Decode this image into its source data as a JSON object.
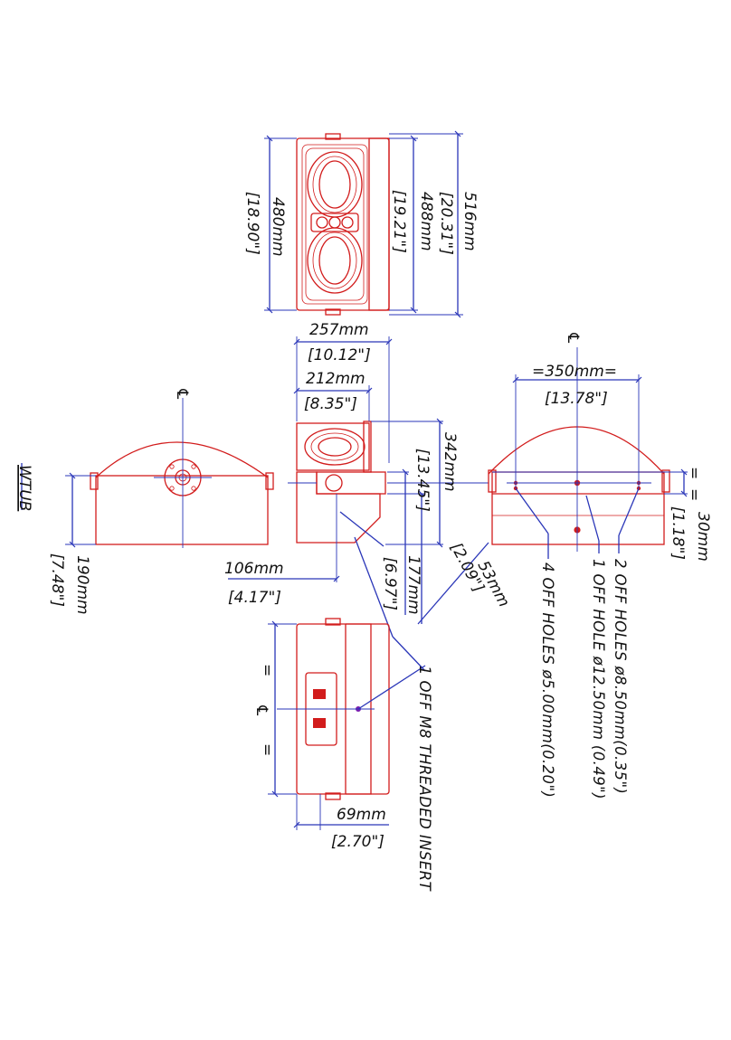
{
  "colors": {
    "outline": "#d21c1c",
    "dimension": "#2a36b8",
    "text": "#111111"
  },
  "title": "WTUB",
  "dimensions": {
    "w516_mm": "516mm",
    "w516_in": "[20.31\"]",
    "w488_mm": "488mm",
    "w488_in": "[19.21\"]",
    "w480_mm": "480mm",
    "w480_in": "[18.90\"]",
    "d257_mm": "257mm",
    "d257_in": "[10.12\"]",
    "d212_mm": "212mm",
    "d212_in": "[8.35\"]",
    "h342_mm": "342mm",
    "h342_in": "[13.45\"]",
    "d177_mm": "177mm",
    "d177_in": "[6.97\"]",
    "d53_mm": "53mm",
    "d53_in": "[2.09\"]",
    "d106_mm": "106mm",
    "d106_in": "[4.17\"]",
    "d190_mm": "190mm",
    "d190_in": "[7.48\"]",
    "d350_mm": "=350mm=",
    "d350_in": "[13.78\"]",
    "d30_mm": "30mm",
    "d30_in": "[1.18\"]",
    "d69_mm": "69mm",
    "d69_in": "[2.70\"]",
    "equal": "="
  },
  "notes": {
    "holes_8_50": "2  OFF HOLES  ø8.50mm(0.35\")",
    "hole_12_50": "1  OFF HOLE  ø12.50mm (0.49\")",
    "holes_5_00": "4  OFF HOLES  ø5.00mm(0.20\")",
    "m8_insert": "1  OFF M8 THREADED INSERT"
  },
  "centerline_symbol": "℄"
}
